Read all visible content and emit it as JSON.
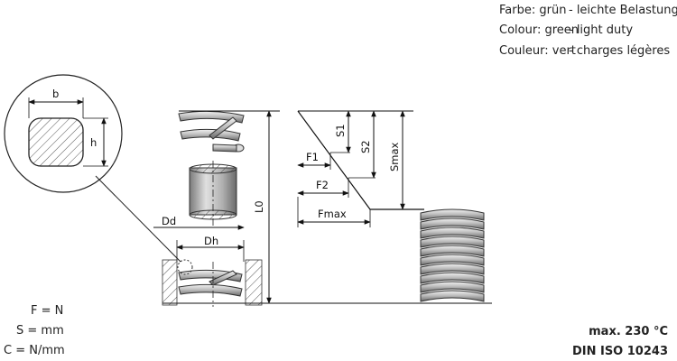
{
  "legend": [
    {
      "label": "Farbe: grün",
      "value": "- leichte Belastung"
    },
    {
      "label": "Colour: green",
      "value": "- light duty"
    },
    {
      "label": "Couleur: vert",
      "value": "- charges légères"
    }
  ],
  "units": [
    "F = N",
    "S = mm",
    "C = N/mm"
  ],
  "specs": [
    "max. 230 °C",
    "DIN ISO 10243"
  ],
  "diagram": {
    "width_label": "b",
    "height_label": "h",
    "dd_label": "Dd",
    "dh_label": "Dh",
    "length_label": "L0",
    "s1_label": "S1",
    "s2_label": "S2",
    "smax_label": "Smax",
    "f1_label": "F1",
    "f2_label": "F2",
    "fmax_label": "Fmax"
  }
}
